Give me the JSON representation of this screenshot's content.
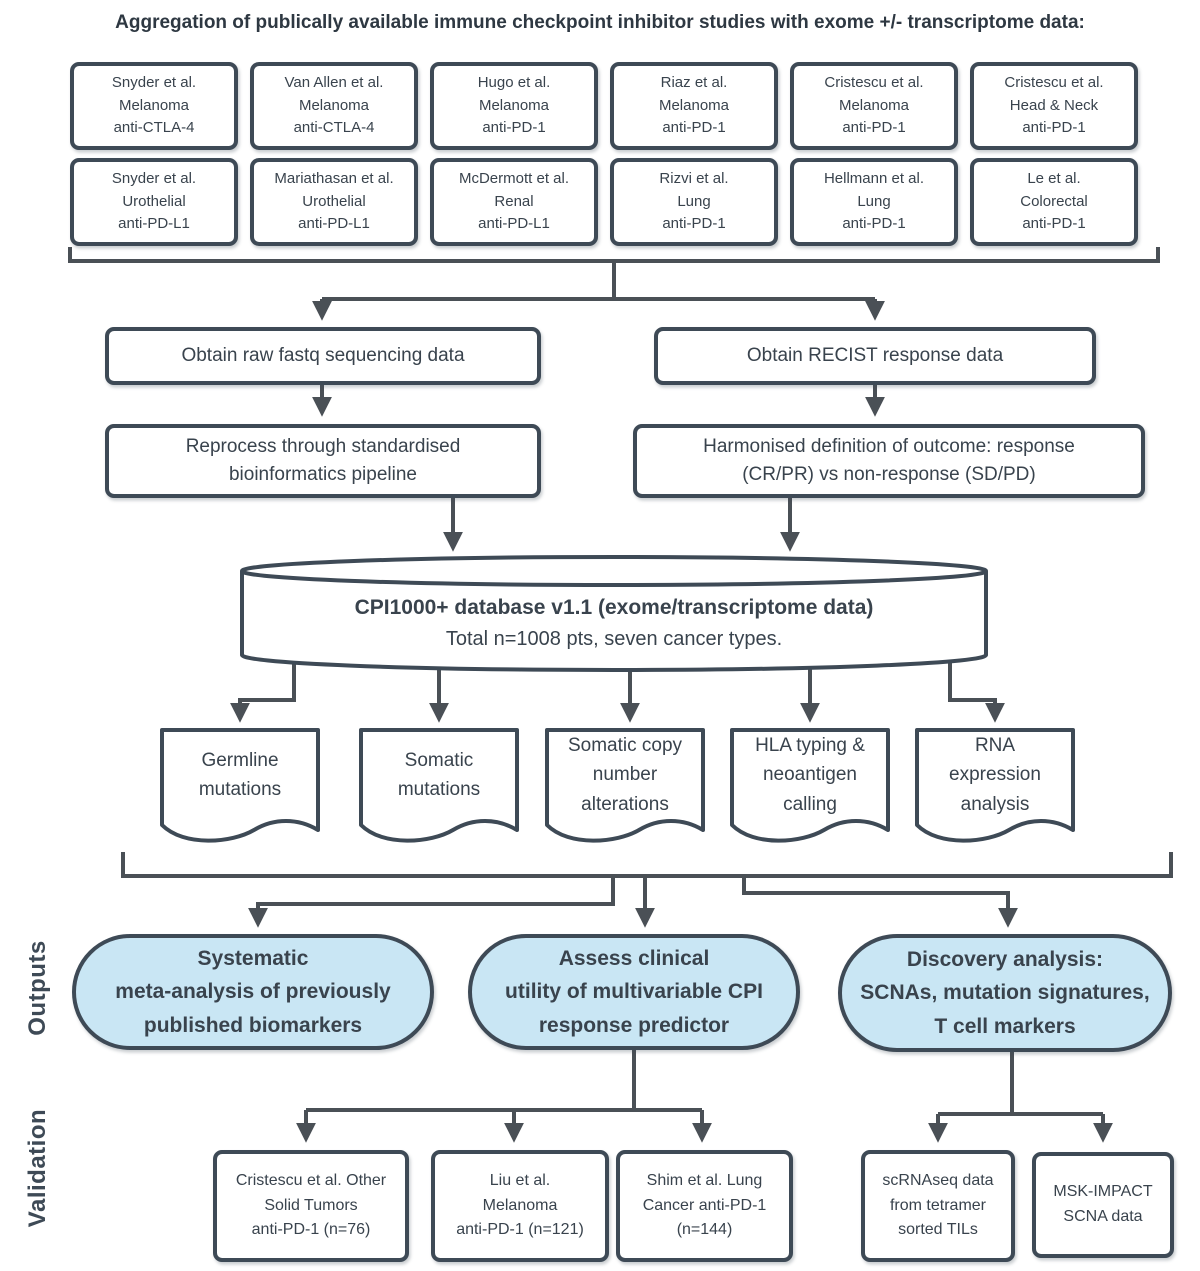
{
  "title": "Aggregation of publically available immune checkpoint inhibitor studies with exome +/- transcriptome data:",
  "studies": [
    "Snyder et al.\nMelanoma\nanti-CTLA-4",
    "Van Allen et al.\nMelanoma\nanti-CTLA-4",
    "Hugo et al.\nMelanoma\nanti-PD-1",
    "Riaz et al.\nMelanoma\nanti-PD-1",
    "Cristescu et al.\nMelanoma\nanti-PD-1",
    "Cristescu et al.\nHead & Neck\nanti-PD-1",
    "Snyder et al.\nUrothelial\nanti-PD-L1",
    "Mariathasan et al.\nUrothelial\nanti-PD-L1",
    "McDermott et al.\nRenal\nanti-PD-L1",
    "Rizvi et al.\nLung\nanti-PD-1",
    "Hellmann et al.\nLung\nanti-PD-1",
    "Le et al.\nColorectal\nanti-PD-1"
  ],
  "process": {
    "obtain_fastq": "Obtain raw fastq sequencing data",
    "obtain_recist": "Obtain RECIST response data",
    "reprocess": "Reprocess through standardised\nbioinformatics pipeline",
    "harmonised": "Harmonised definition of outcome: response\n(CR/PR) vs non-response (SD/PD)"
  },
  "database": {
    "line1": "CPI1000+ database v1.1 (exome/transcriptome data)",
    "line2": "Total n=1008 pts, seven cancer types."
  },
  "documents": [
    "Germline\nmutations",
    "Somatic\nmutations",
    "Somatic copy\nnumber\nalterations",
    "HLA typing &\nneoantigen\ncalling",
    "RNA\nexpression\nanalysis"
  ],
  "sections": {
    "outputs": "Outputs",
    "validation": "Validation"
  },
  "outputs": [
    "Systematic\nmeta-analysis of previously\npublished biomarkers",
    "Assess clinical\nutility of multivariable CPI\nresponse predictor",
    "Discovery analysis:\nSCNAs, mutation signatures,\nT cell markers"
  ],
  "validation_studies": [
    "Cristescu et al. Other\nSolid Tumors\nanti-PD-1 (n=76)",
    "Liu et al.\nMelanoma\nanti-PD-1 (n=121)",
    "Shim et al. Lung\nCancer anti-PD-1\n(n=144)",
    "scRNAseq data\nfrom tetramer\nsorted TILs",
    "MSK-IMPACT\nSCNA data"
  ],
  "colors": {
    "node_border": "#3e4a56",
    "text": "#39434d",
    "connector": "#4a5056",
    "output_pill_fill": "#c9e6f4",
    "background": "#ffffff"
  }
}
